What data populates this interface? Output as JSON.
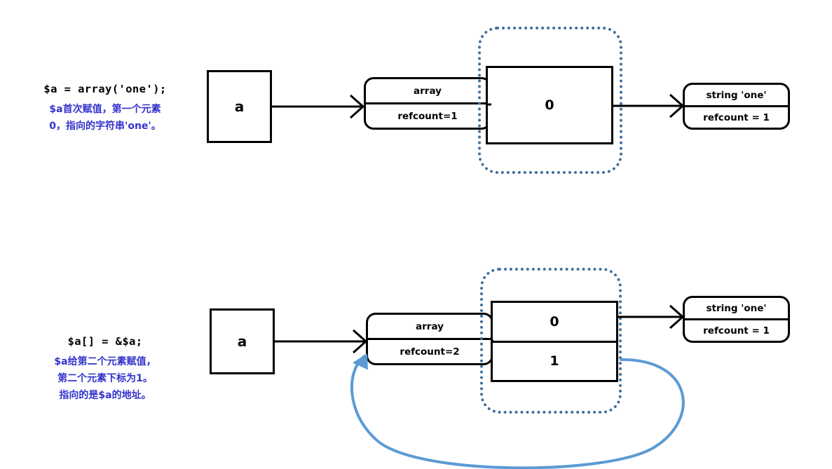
{
  "diagram": {
    "title": "PHP array refcount reference diagram",
    "colors": {
      "stroke": "#000000",
      "note_text": "#3333cc",
      "dotted_border": "#3f6e9e",
      "reference_curve": "#5b9bd5",
      "background": "#ffffff"
    }
  },
  "rows": [
    {
      "id": "row-one",
      "caption": {
        "code": "$a = array('one');",
        "note_lines": [
          "$a首次赋值，第一个元素",
          "0，指向的字符串'one'。"
        ]
      },
      "variable": {
        "label": "a"
      },
      "zval": {
        "type_label": "array",
        "refcount_label": "refcount=1"
      },
      "elements": [
        {
          "index_label": "0"
        }
      ],
      "string_zval": {
        "type_label": "string 'one'",
        "refcount_label": "refcount = 1"
      }
    },
    {
      "id": "row-two",
      "caption": {
        "code": "$a[] = &$a;",
        "note_lines": [
          "$a给第二个元素赋值，",
          "第二个元素下标为1。",
          "指向的是$a的地址。"
        ]
      },
      "variable": {
        "label": "a"
      },
      "zval": {
        "type_label": "array",
        "refcount_label": "refcount=2"
      },
      "elements": [
        {
          "index_label": "0"
        },
        {
          "index_label": "1"
        }
      ],
      "string_zval": {
        "type_label": "string 'one'",
        "refcount_label": "refcount = 1"
      }
    }
  ]
}
